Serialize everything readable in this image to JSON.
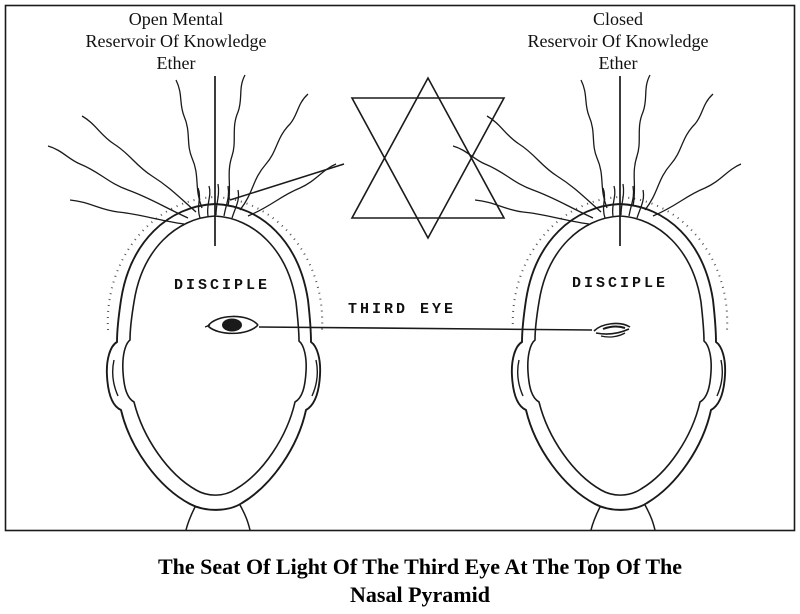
{
  "diagram": {
    "left_head": {
      "top_label_lines": [
        "Open Mental",
        "Reservoir Of Knowledge",
        "Ether"
      ],
      "forehead_label": "DISCIPLE",
      "eye_state": "open"
    },
    "right_head": {
      "top_label_lines": [
        "Closed",
        "Reservoir Of Knowledge",
        "Ether"
      ],
      "forehead_label": "DISCIPLE",
      "eye_state": "closed"
    },
    "center_label": "THIRD EYE",
    "symbol": "star-of-david"
  },
  "caption": {
    "line1": "The Seat Of Light Of The Third Eye At The Top Of The",
    "line2": "Nasal Pyramid"
  },
  "colors": {
    "ink": "#1a1a1a",
    "background": "#ffffff"
  }
}
